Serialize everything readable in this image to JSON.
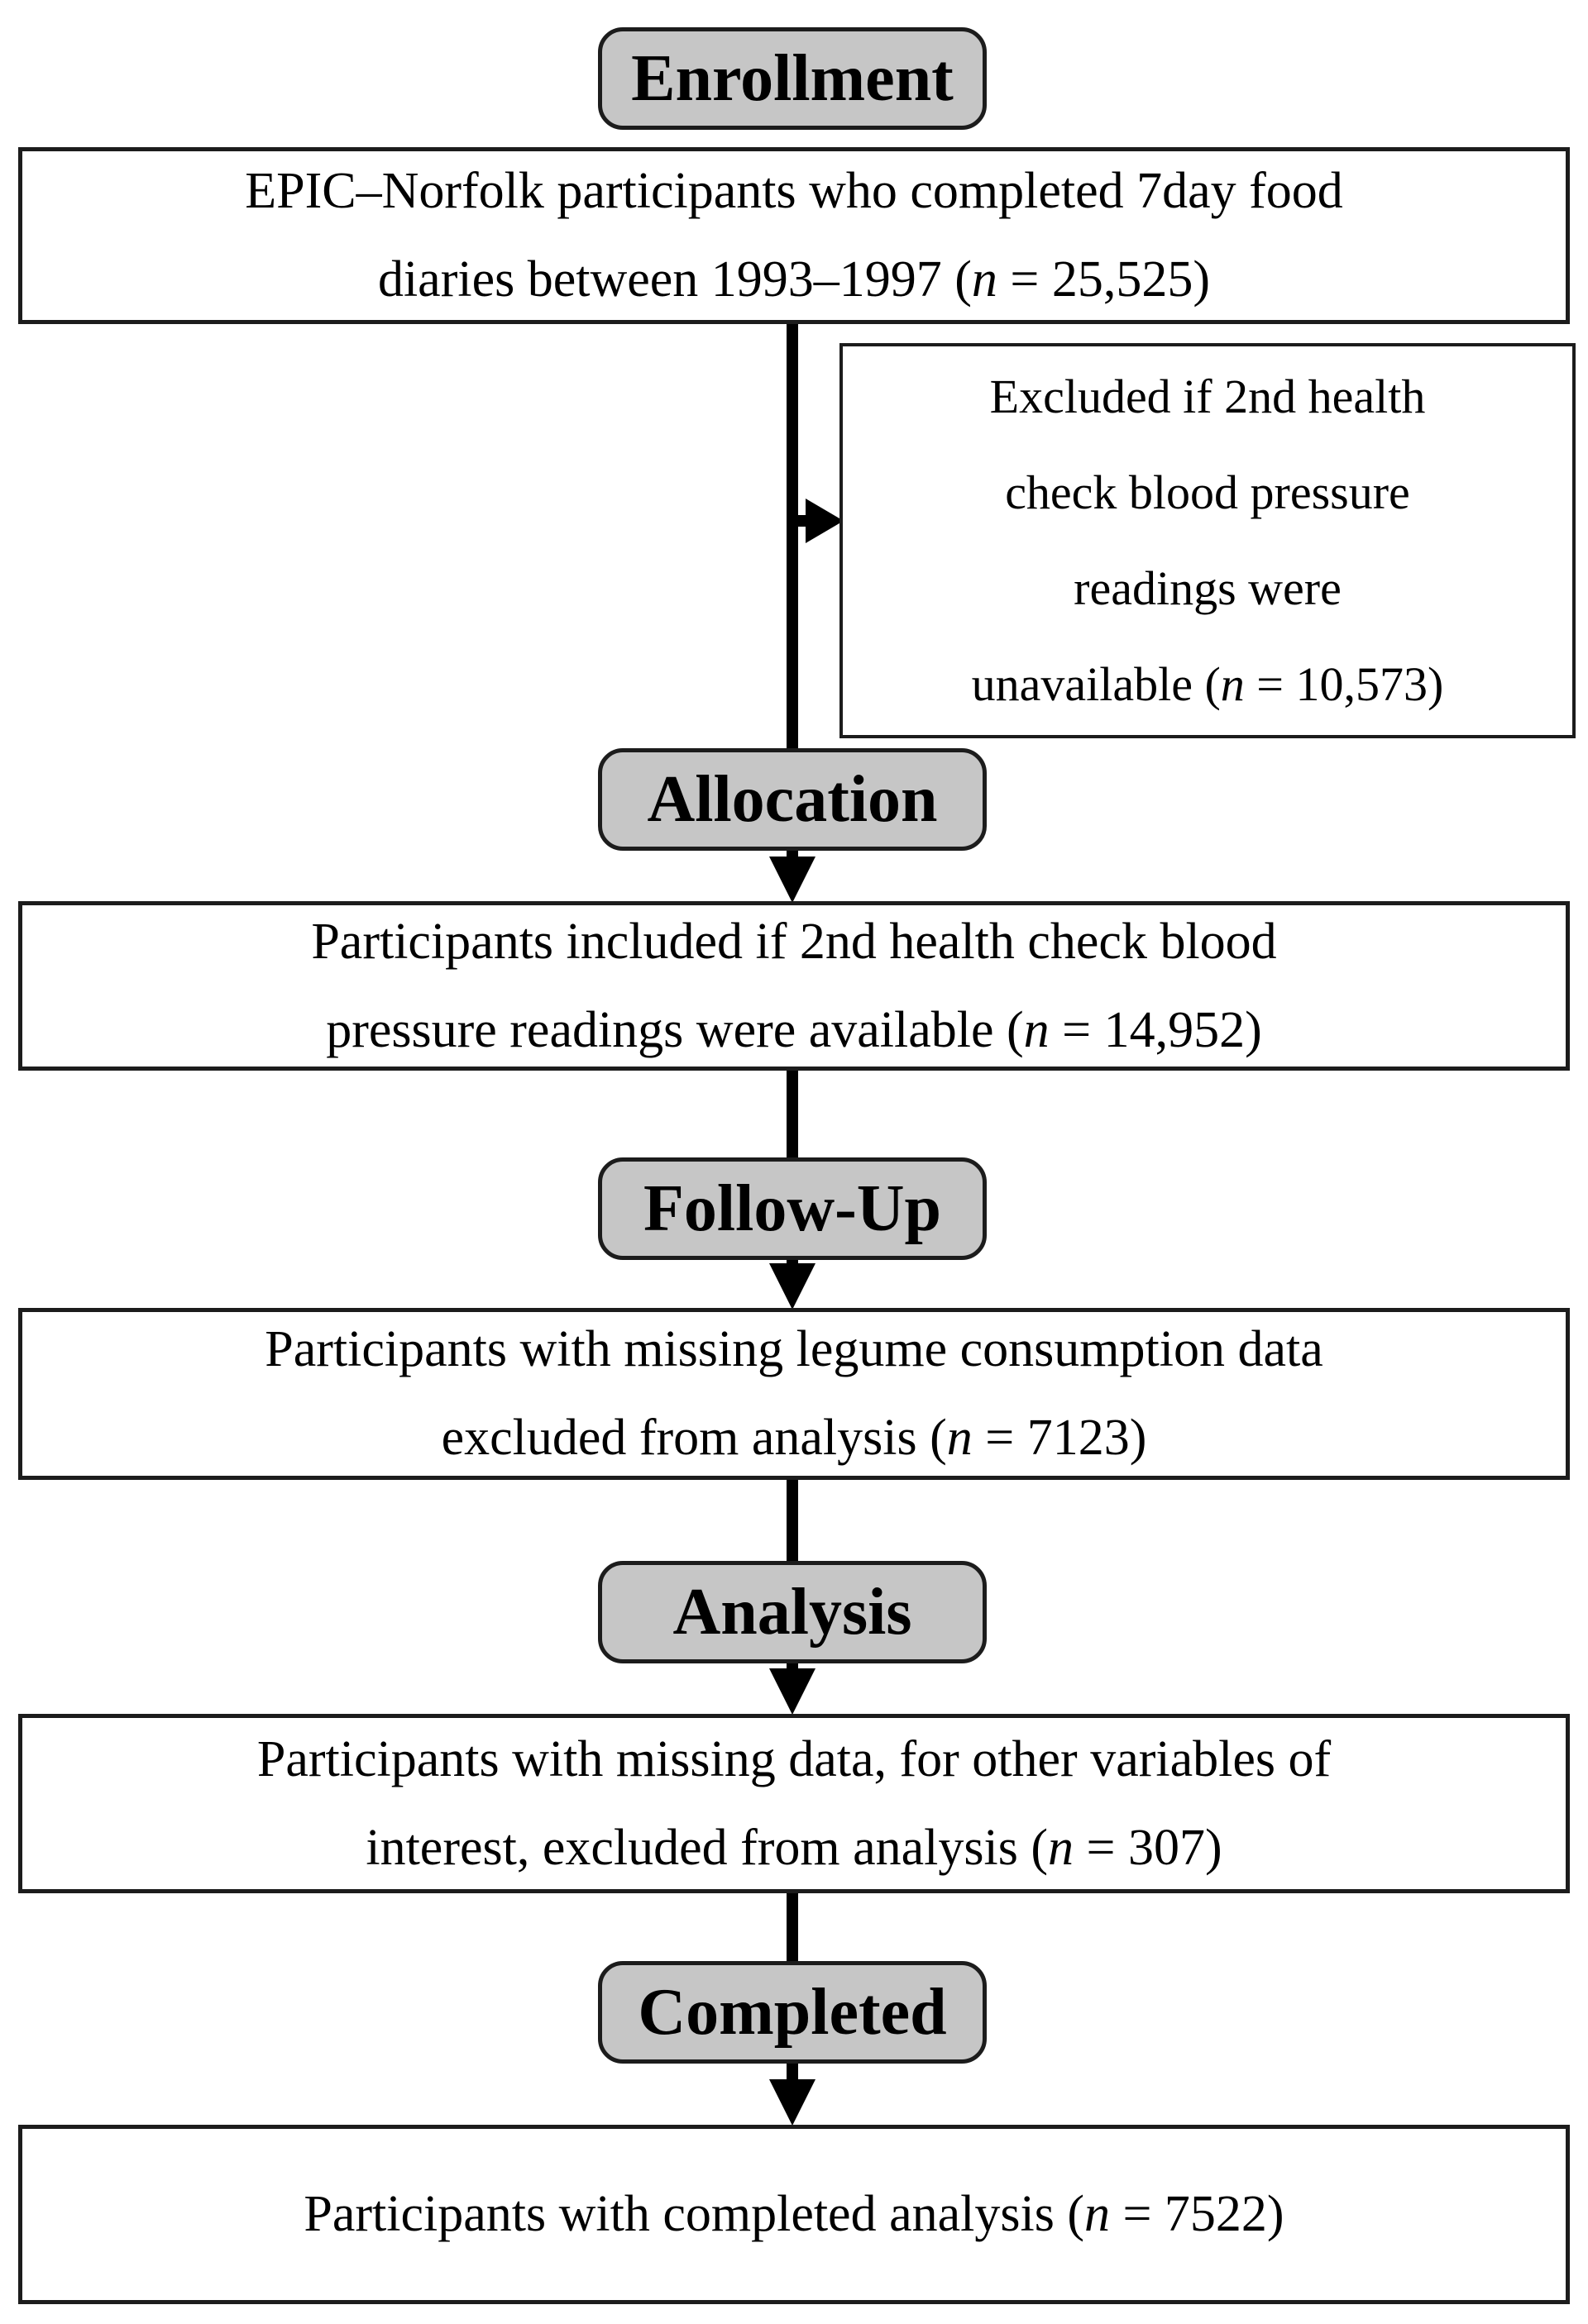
{
  "figure": {
    "type": "participant-flow-diagram",
    "stage_labels": {
      "enrollment": "Enrollment",
      "allocation": "Allocation",
      "followup": "Follow-Up",
      "analysis": "Analysis",
      "completed": "Completed"
    },
    "boxes": {
      "enrollment": {
        "line1": "EPIC–Norfolk participants who completed 7day food",
        "line2_pre": "diaries between 1993–1997 (",
        "n": "n",
        "line2_post": " = 25,525)"
      },
      "excluded": {
        "line1": "Excluded if 2nd health",
        "line2": "check blood pressure",
        "line3": "readings were",
        "line4_pre": "unavailable (",
        "n": "n",
        "line4_post": " = 10,573)"
      },
      "allocation": {
        "line1": "Participants included if 2nd health check blood",
        "line2_pre": "pressure readings were available (",
        "n": "n",
        "line2_post": " = 14,952)"
      },
      "followup": {
        "line1": "Participants with missing legume consumption data",
        "line2_pre": "excluded from analysis (",
        "n": "n",
        "line2_post": " = 7123)"
      },
      "analysis": {
        "line1": "Participants with missing data, for other variables of",
        "line2_pre": "interest, excluded from analysis (",
        "n": "n",
        "line2_post": " = 307)"
      },
      "completed": {
        "line1_pre": "Participants with completed analysis (",
        "n": "n",
        "line1_post": " = 7522)"
      }
    },
    "counts": {
      "enrolled": "25,525",
      "excluded_bp_unavailable": "10,573",
      "included_bp_available": "14,952",
      "excluded_missing_legume": "7123",
      "excluded_missing_other_variables": "307",
      "completed_analysis": "7522"
    },
    "colors": {
      "stage_fill": "#c6c6c6",
      "line": "#000000",
      "background": "#ffffff"
    }
  }
}
